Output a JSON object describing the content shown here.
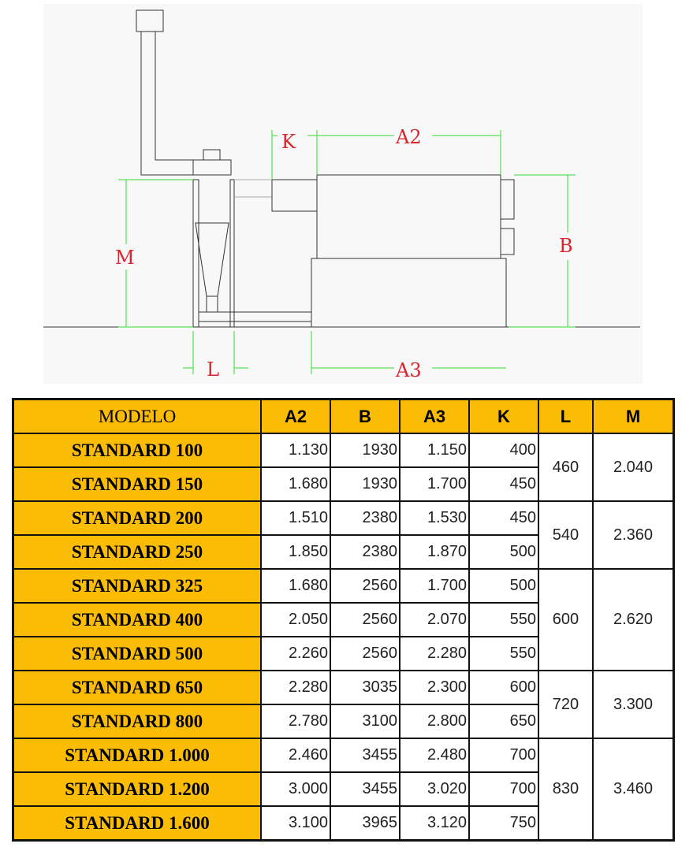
{
  "diagram": {
    "labels": {
      "K": "K",
      "A2": "A2",
      "M": "M",
      "B": "B",
      "L": "L",
      "A3": "A3"
    },
    "colors": {
      "dimension": "#33dd33",
      "label": "#d9252d",
      "outline": "#333333"
    }
  },
  "table": {
    "headers": [
      "MODELO",
      "A2",
      "B",
      "A3",
      "K",
      "L",
      "M"
    ],
    "rows": [
      {
        "model": "STANDARD 100",
        "A2": "1.130",
        "B": "1930",
        "A3": "1.150",
        "K": "400"
      },
      {
        "model": "STANDARD 150",
        "A2": "1.680",
        "B": "1930",
        "A3": "1.700",
        "K": "450"
      },
      {
        "model": "STANDARD 200",
        "A2": "1.510",
        "B": "2380",
        "A3": "1.530",
        "K": "450"
      },
      {
        "model": "STANDARD 250",
        "A2": "1.850",
        "B": "2380",
        "A3": "1.870",
        "K": "500"
      },
      {
        "model": "STANDARD 325",
        "A2": "1.680",
        "B": "2560",
        "A3": "1.700",
        "K": "500"
      },
      {
        "model": "STANDARD 400",
        "A2": "2.050",
        "B": "2560",
        "A3": "2.070",
        "K": "550"
      },
      {
        "model": "STANDARD 500",
        "A2": "2.260",
        "B": "2560",
        "A3": "2.280",
        "K": "550"
      },
      {
        "model": "STANDARD 650",
        "A2": "2.280",
        "B": "3035",
        "A3": "2.300",
        "K": "600"
      },
      {
        "model": "STANDARD 800",
        "A2": "2.780",
        "B": "3100",
        "A3": "2.800",
        "K": "650"
      },
      {
        "model": "STANDARD 1.000",
        "A2": "2.460",
        "B": "3455",
        "A3": "2.480",
        "K": "700"
      },
      {
        "model": "STANDARD 1.200",
        "A2": "3.000",
        "B": "3455",
        "A3": "3.020",
        "K": "700"
      },
      {
        "model": "STANDARD 1.600",
        "A2": "3.100",
        "B": "3965",
        "A3": "3.120",
        "K": "750"
      }
    ],
    "groups": [
      {
        "L": "460",
        "M": "2.040"
      },
      {
        "L": "540",
        "M": "2.360"
      },
      {
        "L": "600",
        "M": "2.620"
      },
      {
        "L": "720",
        "M": "3.300"
      },
      {
        "L": "830",
        "M": "3.460"
      }
    ],
    "header_color": "#fbbc05"
  }
}
